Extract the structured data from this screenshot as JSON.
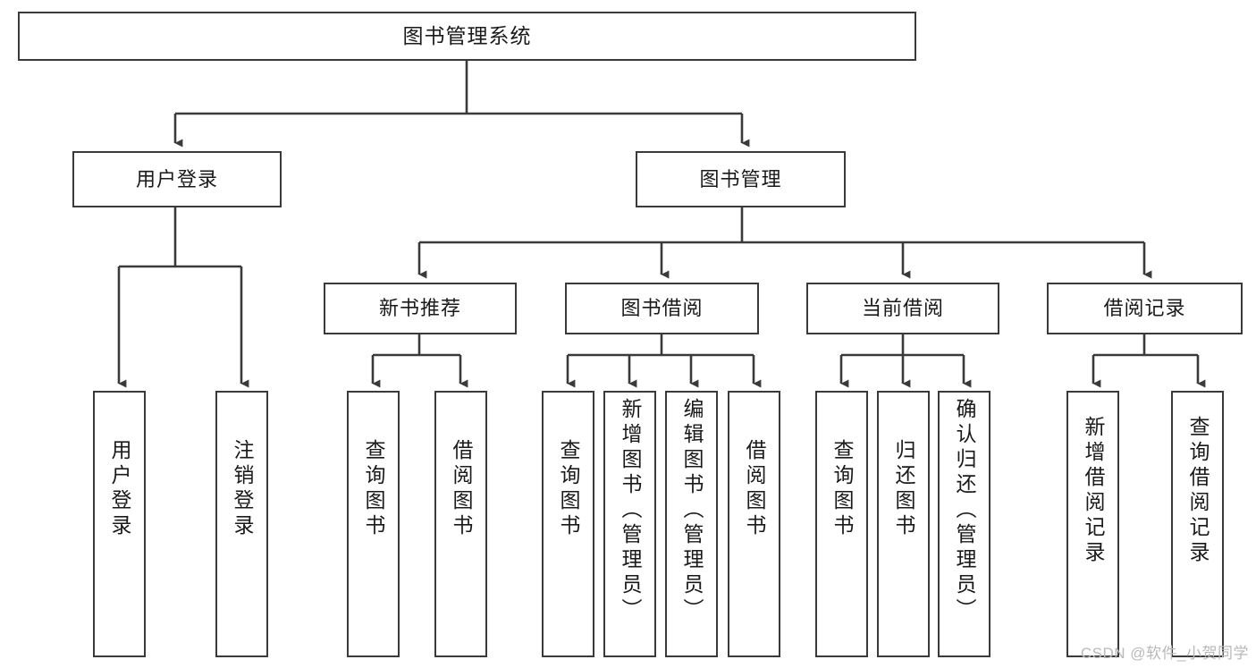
{
  "diagram": {
    "title": "图书管理系统",
    "type": "tree-hierarchy-diagram",
    "watermark": "CSDN @软件_小贺同学",
    "colors": {
      "box_border": "#3a3a3a",
      "connector": "#3a3a3a",
      "background": "#ffffff",
      "text": "#1a1a1a",
      "watermark": "#b9b9b9"
    },
    "nodes": {
      "root": {
        "label": "图书管理系统"
      },
      "level2": [
        {
          "id": "user-login",
          "label": "用户登录"
        },
        {
          "id": "book-management",
          "label": "图书管理"
        }
      ],
      "level3": [
        {
          "id": "new-book-recommend",
          "label": "新书推荐"
        },
        {
          "id": "book-borrow",
          "label": "图书借阅"
        },
        {
          "id": "current-borrow",
          "label": "当前借阅"
        },
        {
          "id": "borrow-record",
          "label": "借阅记录"
        }
      ],
      "leaves": [
        {
          "id": "leaf-user-login",
          "label": "用户登录",
          "parent": "user-login"
        },
        {
          "id": "leaf-logout-login",
          "label": "注销登录",
          "parent": "user-login"
        },
        {
          "id": "leaf-query-book-1",
          "label": "查询图书",
          "parent": "new-book-recommend"
        },
        {
          "id": "leaf-borrow-book-1",
          "label": "借阅图书",
          "parent": "new-book-recommend"
        },
        {
          "id": "leaf-query-book-2",
          "label": "查询图书",
          "parent": "book-borrow"
        },
        {
          "id": "leaf-add-book",
          "label": "新增图书（管理员）",
          "parent": "book-borrow"
        },
        {
          "id": "leaf-edit-book",
          "label": "编辑图书（管理员）",
          "parent": "book-borrow"
        },
        {
          "id": "leaf-borrow-book-2",
          "label": "借阅图书",
          "parent": "book-borrow"
        },
        {
          "id": "leaf-query-book-3",
          "label": "查询图书",
          "parent": "current-borrow"
        },
        {
          "id": "leaf-return-book",
          "label": "归还图书",
          "parent": "current-borrow"
        },
        {
          "id": "leaf-confirm-return",
          "label": "确认归还（管理员）",
          "parent": "current-borrow"
        },
        {
          "id": "leaf-add-record",
          "label": "新增借阅记录",
          "parent": "borrow-record"
        },
        {
          "id": "leaf-query-record",
          "label": "查询借阅记录",
          "parent": "borrow-record"
        }
      ]
    }
  }
}
